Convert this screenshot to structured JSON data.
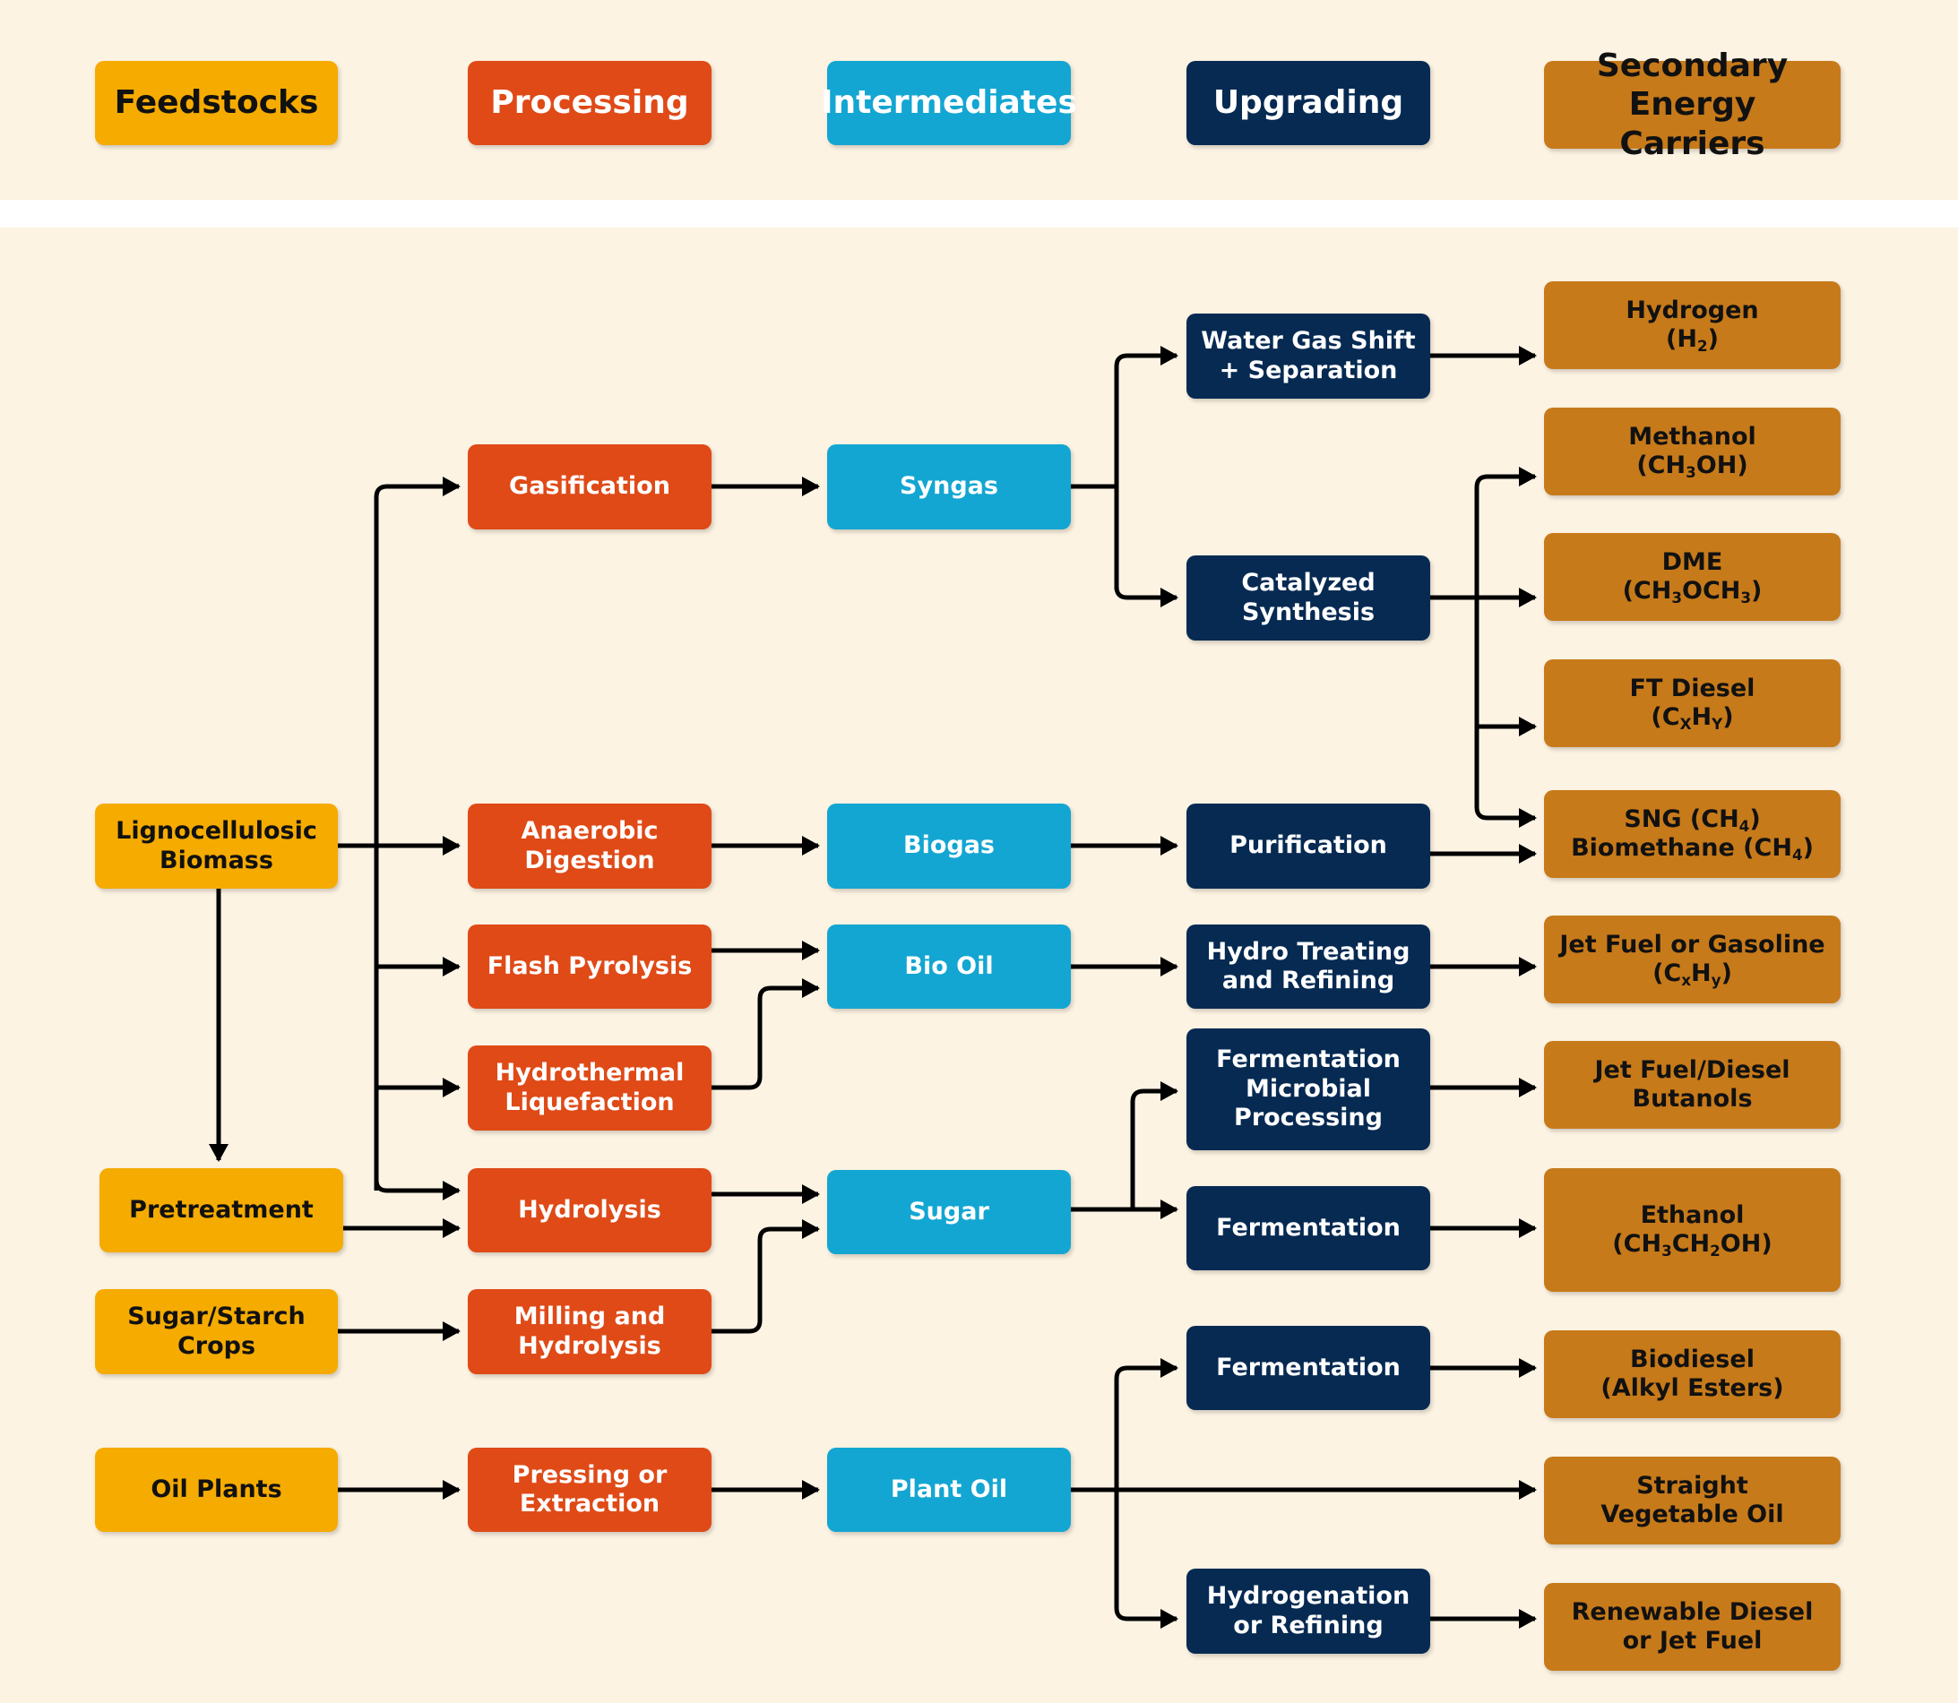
{
  "colors": {
    "feedstocks": "#f5ab00",
    "processing": "#df4a17",
    "intermediates": "#13a6d2",
    "upgrading": "#062a52",
    "carriers": "#c77a1a",
    "background": "#fdf3e3",
    "arrows": "#000000"
  },
  "headers": {
    "feedstocks": "Feedstocks",
    "processing": "Processing",
    "intermediates": "Intermediates",
    "upgrading": "Upgrading",
    "carriers": "Secondary Energy\nCarriers"
  },
  "feedstocks": {
    "lignocellulosic": "Lignocellulosic\nBiomass",
    "pretreatment": "Pretreatment",
    "sugar_starch": "Sugar/Starch\nCrops",
    "oil_plants": "Oil Plants"
  },
  "processing": {
    "gasification": "Gasification",
    "anaerobic": "Anaerobic\nDigestion",
    "flash_pyrolysis": "Flash Pyrolysis",
    "hydrothermal": "Hydrothermal\nLiquefaction",
    "hydrolysis": "Hydrolysis",
    "milling": "Milling and\nHydrolysis",
    "pressing": "Pressing or\nExtraction"
  },
  "intermediates": {
    "syngas": "Syngas",
    "biogas": "Biogas",
    "bio_oil": "Bio Oil",
    "sugar": "Sugar",
    "plant_oil": "Plant Oil"
  },
  "upgrading": {
    "water_gas": "Water Gas Shift\n+ Separation",
    "catalyzed": "Catalyzed\nSynthesis",
    "purification": "Purification",
    "hydro_treating": "Hydro Treating\nand Refining",
    "ferm_microbial": "Fermentation\nMicrobial Processing",
    "fermentation_sugar": "Fermentation",
    "fermentation_oil": "Fermentation",
    "hydrogenation": "Hydrogenation\nor Refining"
  },
  "carriers": {
    "hydrogen": {
      "name": "Hydrogen",
      "p1": "(H",
      "s1": "2",
      "p2": ")"
    },
    "methanol": {
      "name": "Methanol",
      "p1": "(CH",
      "s1": "3",
      "p2": "OH)"
    },
    "dme": {
      "name": "DME",
      "p1": "(CH",
      "s1": "3",
      "p2": "OCH",
      "s2": "3",
      "p3": ")"
    },
    "ft_diesel": {
      "name": "FT Diesel",
      "p1": "(C",
      "s1": "X",
      "p2": "H",
      "s2": "Y",
      "p3": ")"
    },
    "sng": {
      "p1": "SNG (CH",
      "s1": "4",
      "p2": ")",
      "p3": "Biomethane (CH",
      "s2": "4",
      "p4": ")"
    },
    "jet_gasoline": {
      "name": "Jet Fuel or Gasoline",
      "p1": "(C",
      "s1": "x",
      "p2": "H",
      "s2": "y",
      "p3": ")"
    },
    "jet_diesel_butanols": "Jet Fuel/Diesel\nButanols",
    "ethanol": {
      "name": "Ethanol",
      "p1": "(CH",
      "s1": "3",
      "p2": "CH",
      "s2": "2",
      "p3": "OH)"
    },
    "biodiesel": "Biodiesel\n(Alkyl Esters)",
    "straight_oil": "Straight\nVegetable Oil",
    "renewable_diesel": "Renewable Diesel\nor Jet Fuel"
  }
}
